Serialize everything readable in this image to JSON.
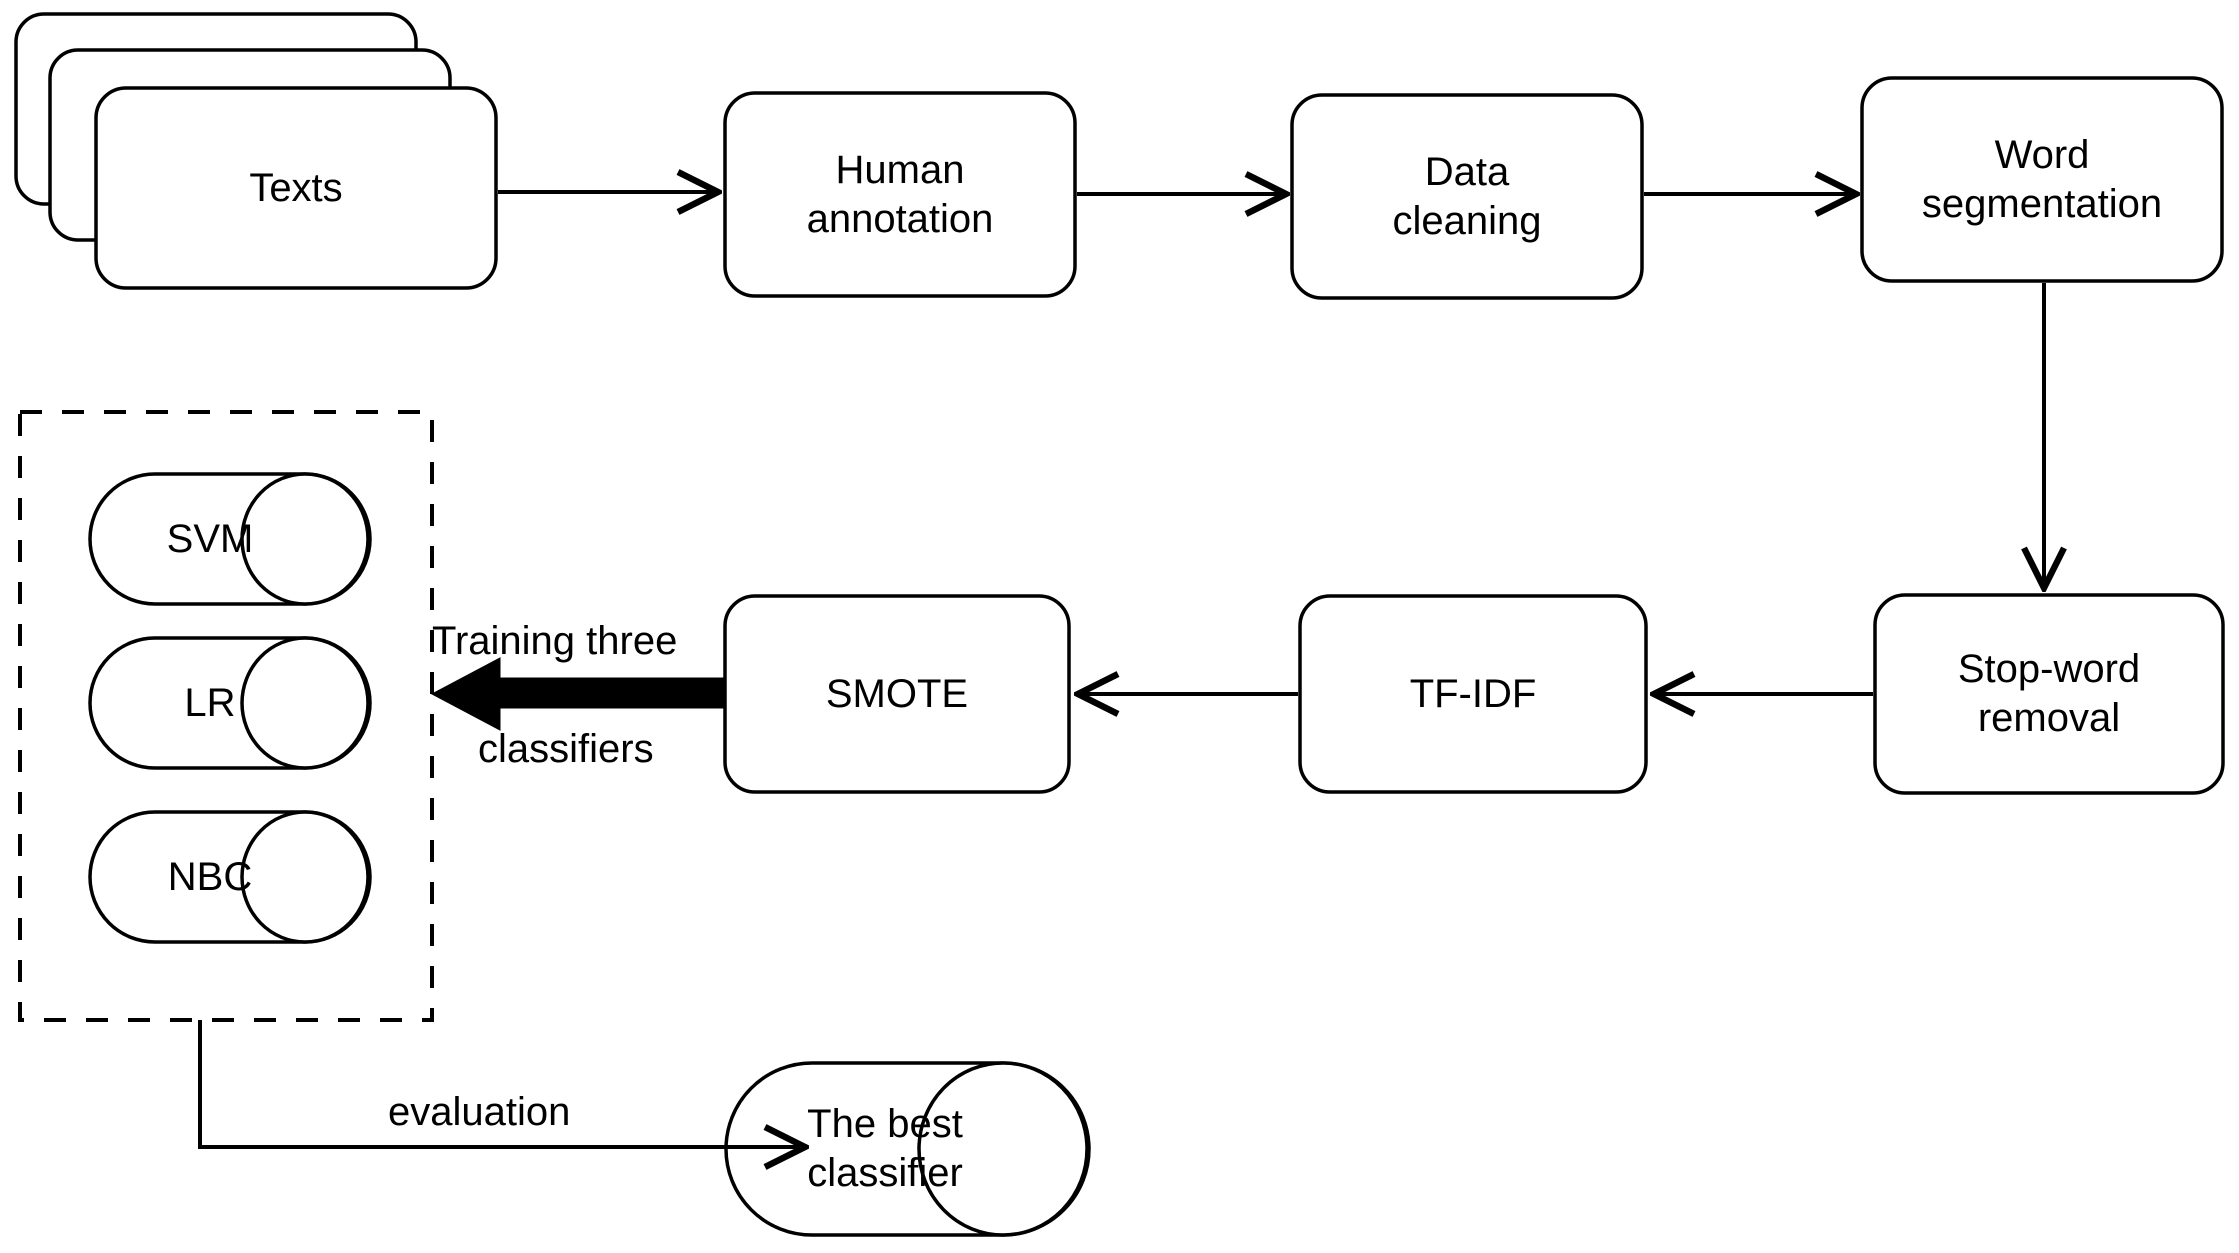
{
  "diagram": {
    "title": "Text classification pipeline flowchart",
    "colors": {
      "stroke": "#000000",
      "background": "#ffffff",
      "thick_arrow": "#000000"
    },
    "nodes": {
      "texts": {
        "label": "Texts",
        "shape": "stacked-rounded-rect"
      },
      "human_annotation": {
        "label": "Human\nannotation",
        "shape": "rounded-rect"
      },
      "data_cleaning": {
        "label": "Data\ncleaning",
        "shape": "rounded-rect"
      },
      "word_segmentation": {
        "label": "Word\nsegmentation",
        "shape": "rounded-rect"
      },
      "stop_word_removal": {
        "label": "Stop-word\nremoval",
        "shape": "rounded-rect"
      },
      "tf_idf": {
        "label": "TF-IDF",
        "shape": "rounded-rect"
      },
      "smote": {
        "label": "SMOTE",
        "shape": "rounded-rect"
      },
      "svm": {
        "label": "SVM",
        "shape": "cylinder"
      },
      "lr": {
        "label": "LR",
        "shape": "cylinder"
      },
      "nbc": {
        "label": "NBC",
        "shape": "cylinder"
      },
      "best_classifier": {
        "label": "The best\nclassifier",
        "shape": "cylinder"
      }
    },
    "groups": {
      "classifiers_group": {
        "label": "",
        "style": "dashed-rect"
      }
    },
    "edge_labels": {
      "training": "Training three\nclassifiers",
      "training_line1": "Training three",
      "training_line2": "classifiers",
      "evaluation": "evaluation"
    }
  }
}
